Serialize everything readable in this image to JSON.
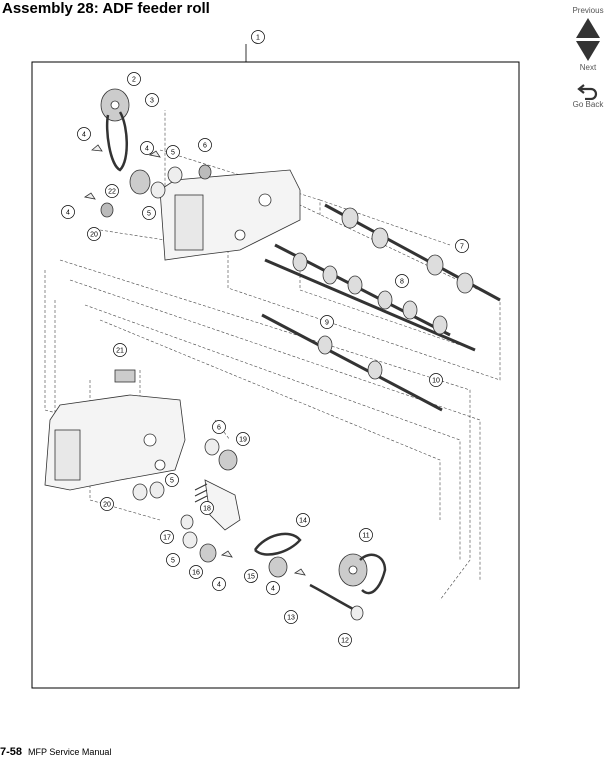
{
  "page": {
    "title": "Assembly 28:  ADF feeder roll",
    "footer_page": "7-58",
    "footer_text": "MFP Service Manual"
  },
  "nav": {
    "previous_label": "Previous",
    "next_label": "Next",
    "goback_label": "Go Back"
  },
  "diagram": {
    "callouts": [
      "1",
      "2",
      "3",
      "4",
      "4",
      "4",
      "5",
      "6",
      "22",
      "5",
      "20",
      "7",
      "8",
      "9",
      "10",
      "21",
      "6",
      "19",
      "5",
      "20",
      "18",
      "14",
      "11",
      "17",
      "5",
      "16",
      "4",
      "15",
      "4",
      "13",
      "12"
    ]
  }
}
